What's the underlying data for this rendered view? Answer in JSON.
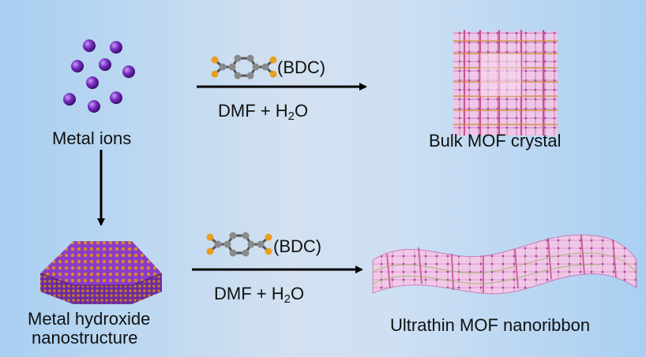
{
  "labels": {
    "metal_ions": "Metal ions",
    "bdc_top": "(BDC)",
    "solvent_top_a": "DMF + H",
    "solvent_top_sub": "2",
    "solvent_top_b": "O",
    "bulk_crystal": "Bulk MOF crystal",
    "hydroxide_line1": "Metal hydroxide",
    "hydroxide_line2": "nanostructure",
    "bdc_bottom": "(BDC)",
    "solvent_bottom_a": "DMF + H",
    "solvent_bottom_sub": "2",
    "solvent_bottom_b": "O",
    "nanoribbon": "Ultrathin MOF nanoribbon"
  },
  "colors": {
    "metal": "#7a2fc4",
    "carbon": "#8a8a8a",
    "oxygen": "#e8a020",
    "lattice": "#e8a8d8",
    "arrow": "#000000"
  }
}
